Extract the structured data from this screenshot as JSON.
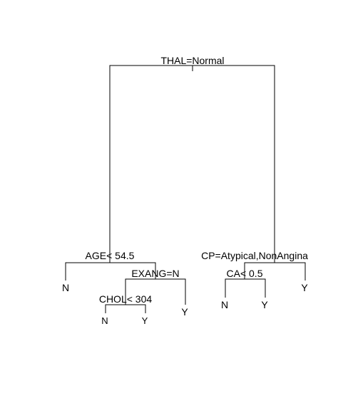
{
  "tree": {
    "root": {
      "split": "THAL=Normal",
      "left": {
        "split": "AGE< 54.5",
        "left": {
          "leaf": "N"
        },
        "right": {
          "split": "EXANG=N",
          "left": {
            "split": "CHOL< 304",
            "left": {
              "leaf": "N"
            },
            "right": {
              "leaf": "Y"
            }
          },
          "right": {
            "leaf": "Y"
          }
        }
      },
      "right": {
        "split": "CP=Atypical,NonAngina",
        "left": {
          "split": "CA< 0.5",
          "left": {
            "leaf": "N"
          },
          "right": {
            "leaf": "Y"
          }
        },
        "right": {
          "leaf": "Y"
        }
      }
    }
  },
  "colors": {
    "line": "#000000",
    "text": "#000000",
    "background": "#ffffff"
  }
}
